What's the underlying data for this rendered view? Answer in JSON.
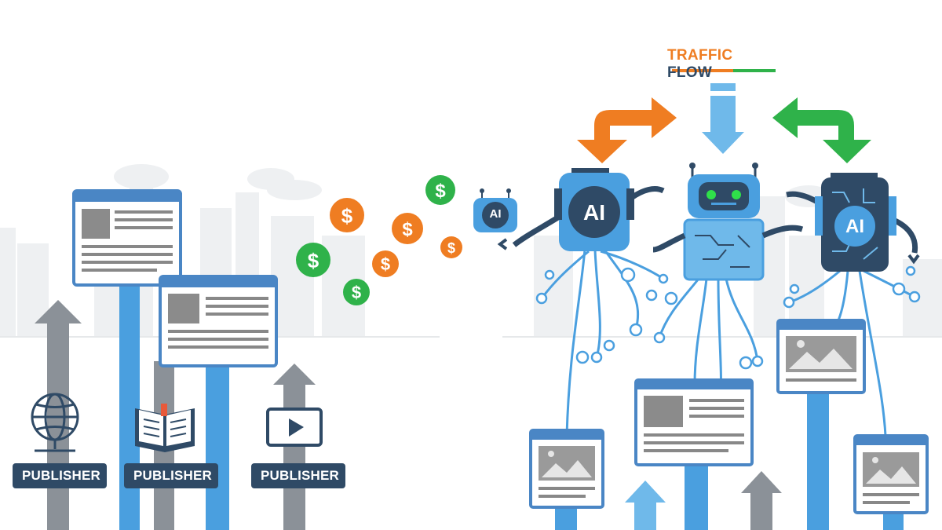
{
  "publishers": [
    {
      "label": "PUBLISHER",
      "icon": "globe-icon"
    },
    {
      "label": "PUBLISHER",
      "icon": "open-book-icon"
    },
    {
      "label": "PUBLISHER",
      "icon": "video-play-icon"
    }
  ],
  "traffic_flow": {
    "word1": "TRAFFIC",
    "word2": "FLOW"
  },
  "robots": [
    {
      "label": "AI"
    },
    {
      "label": "AI"
    },
    {
      "label": "AI"
    }
  ],
  "colors": {
    "navy": "#2f4a66",
    "blue": "#4a9fdf",
    "light_blue": "#6fb9ea",
    "orange": "#ef7d22",
    "green": "#2fb24a",
    "gray": "#8b9198",
    "city": "#eef0f2"
  }
}
